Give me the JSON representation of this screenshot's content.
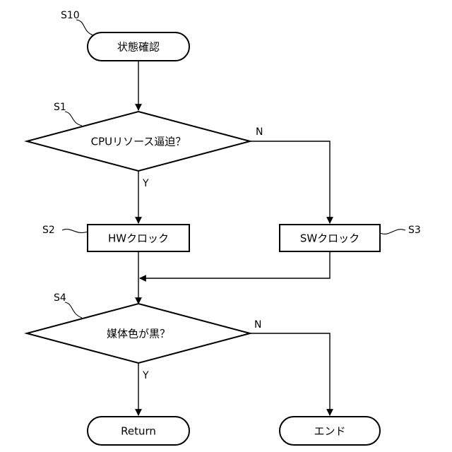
{
  "nodes": {
    "s10": {
      "ref": "S10",
      "label": "状態確認"
    },
    "s1": {
      "ref": "S1",
      "label": "CPUリソース逼迫？"
    },
    "s2": {
      "ref": "S2",
      "label": "HWクロック"
    },
    "s3": {
      "ref": "S3",
      "label": "SWクロック"
    },
    "s4": {
      "ref": "S4",
      "label": "媒体色が黒？"
    },
    "return": {
      "label": "Return"
    },
    "end": {
      "label": "エンド"
    }
  },
  "branches": {
    "s1_yes": "Y",
    "s1_no": "N",
    "s4_yes": "Y",
    "s4_no": "N"
  }
}
